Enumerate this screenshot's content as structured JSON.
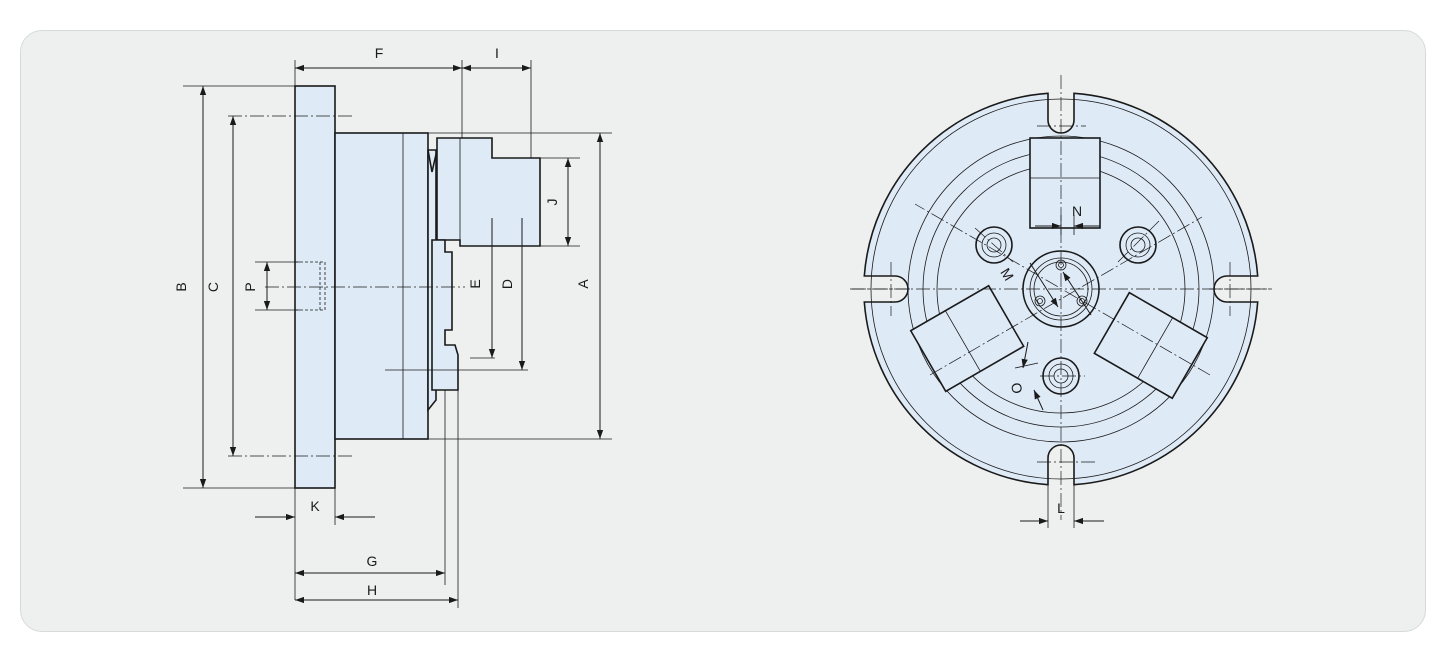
{
  "colors": {
    "panel_bg": "#eef0f0",
    "part_fill": "#dfeaf7",
    "line": "#1a1a1a"
  },
  "side_view": {
    "labels": {
      "A": "A",
      "B": "B",
      "C": "C",
      "D": "D",
      "E": "E",
      "F": "F",
      "G": "G",
      "H": "H",
      "I": "I",
      "J": "J",
      "K": "K",
      "P": "P"
    }
  },
  "front_view": {
    "labels": {
      "L": "L",
      "M": "M",
      "N": "N",
      "O": "O"
    }
  }
}
